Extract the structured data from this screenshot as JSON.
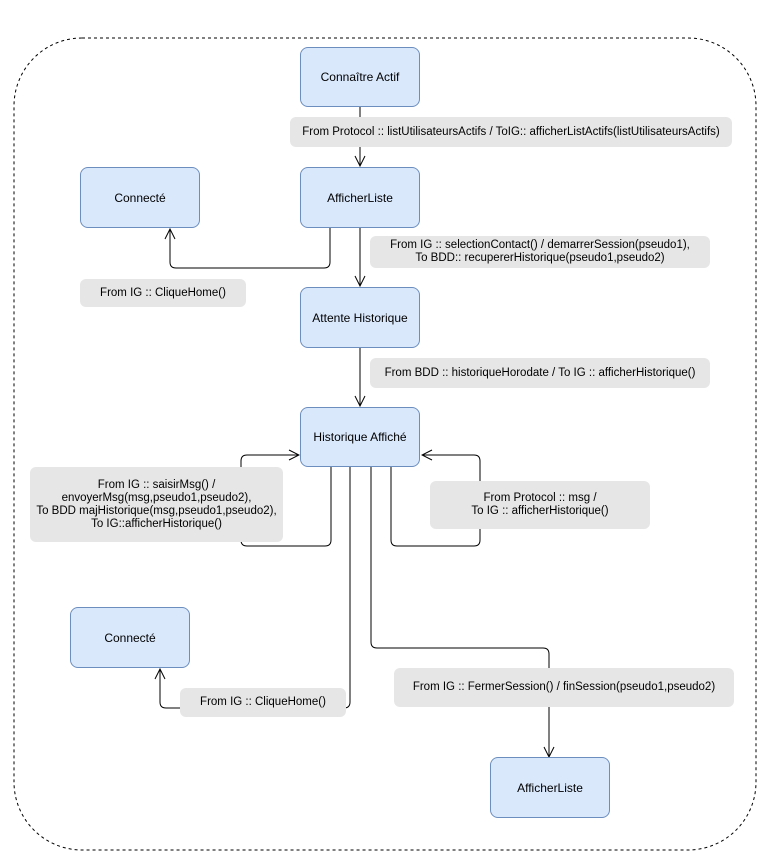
{
  "colors": {
    "state_fill": "#dae8fc",
    "state_border": "#6c8ebf",
    "label_fill": "#e6e6e6",
    "edge": "#000000",
    "container_border": "#000000"
  },
  "states": {
    "connaitre_actif": "Connaître Actif",
    "afficher_liste_top": "AfficherListe",
    "connecte_top": "Connecté",
    "attente_historique": "Attente Historique",
    "historique_affiche": "Historique Affiché",
    "connecte_bottom": "Connecté",
    "afficher_liste_bottom": "AfficherListe"
  },
  "labels": {
    "protocol_list": "From Protocol :: listUtilisateursActifs / ToIG:: afficherListActifs(listUtilisateursActifs)",
    "clique_home_top": "From IG :: CliqueHome()",
    "selection_contact": [
      "From IG :: selectionContact() / demarrerSession(pseudo1),",
      "To BDD:: recupererHistorique(pseudo1,pseudo2)"
    ],
    "bdd_historique": "From BDD :: historiqueHorodate / To IG :: afficherHistorique()",
    "saisir_msg": [
      "From IG :: saisirMsg() /",
      "envoyerMsg(msg,pseudo1,pseudo2),",
      "To BDD majHistorique(msg,pseudo1,pseudo2),",
      "To IG::afficherHistorique()"
    ],
    "protocol_msg": [
      "From Protocol :: msg /",
      "To IG :: afficherHistorique()"
    ],
    "clique_home_bottom": "From IG :: CliqueHome()",
    "fermer_session": "From IG :: FermerSession() / finSession(pseudo1,pseudo2)"
  }
}
